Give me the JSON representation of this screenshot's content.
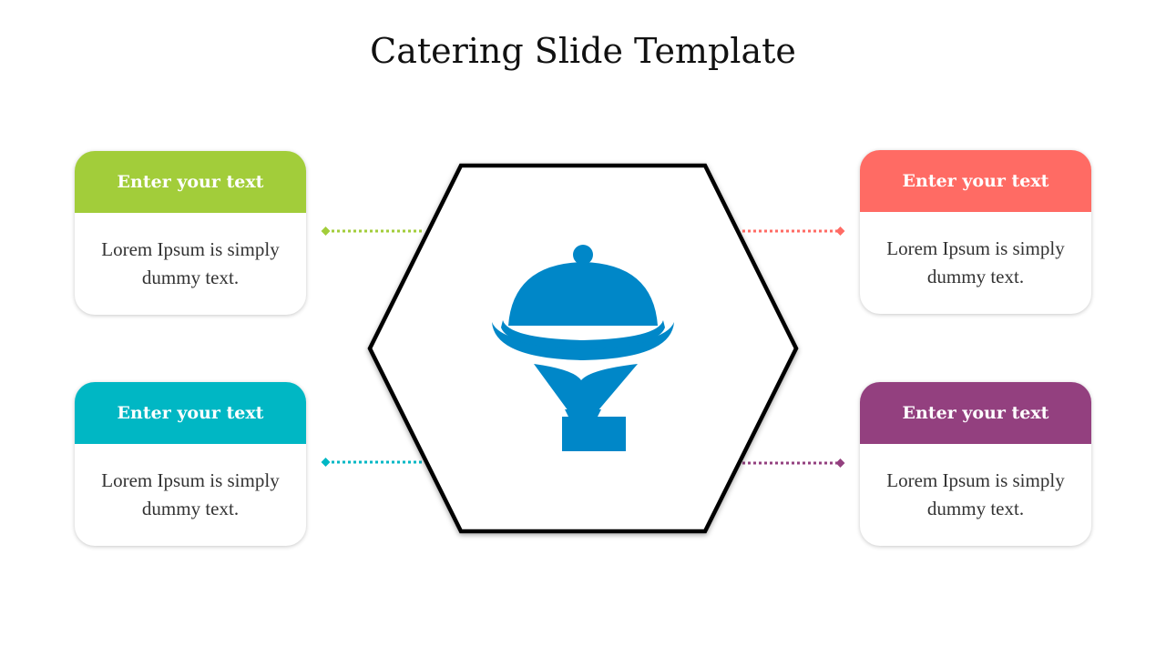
{
  "slide": {
    "title": "Catering Slide Template"
  },
  "colors": {
    "green": "#A2CD3A",
    "teal": "#00B7C4",
    "coral": "#FF6B64",
    "purple": "#93407F",
    "icon_blue": "#0087C8"
  },
  "center_icon": "catering-cloche-icon",
  "cards": {
    "top_left": {
      "heading": "Enter your text",
      "body": "Lorem Ipsum is simply dummy text."
    },
    "bottom_left": {
      "heading": "Enter your text",
      "body": "Lorem Ipsum is simply dummy text."
    },
    "top_right": {
      "heading": "Enter your text",
      "body": "Lorem Ipsum is simply dummy text."
    },
    "bottom_right": {
      "heading": "Enter your text",
      "body": "Lorem Ipsum is simply dummy text."
    }
  }
}
